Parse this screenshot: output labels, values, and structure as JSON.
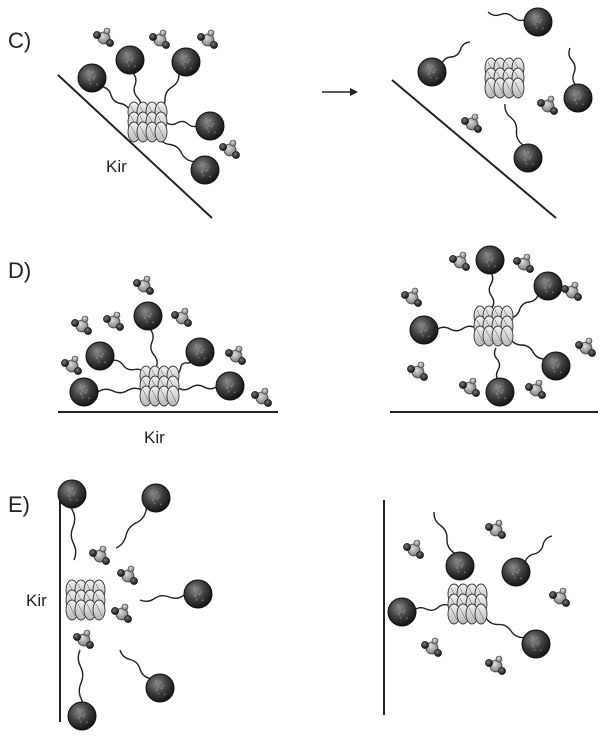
{
  "panels": [
    {
      "id": "C",
      "label": "C)",
      "surface_label": "Kir"
    },
    {
      "id": "D",
      "label": "D)",
      "surface_label": "Kir"
    },
    {
      "id": "E",
      "label": "E)",
      "surface_label": "Kir"
    }
  ],
  "colors": {
    "line": "#222222",
    "dark_sphere": "#3a3a3a",
    "light_sphere": "#9a9a9a",
    "channel": "#d8d8d8",
    "background": "#ffffff"
  },
  "icons": [
    "arrow-right-icon",
    "tethered-ball-icon",
    "small-molecule-icon",
    "channel-icon"
  ]
}
